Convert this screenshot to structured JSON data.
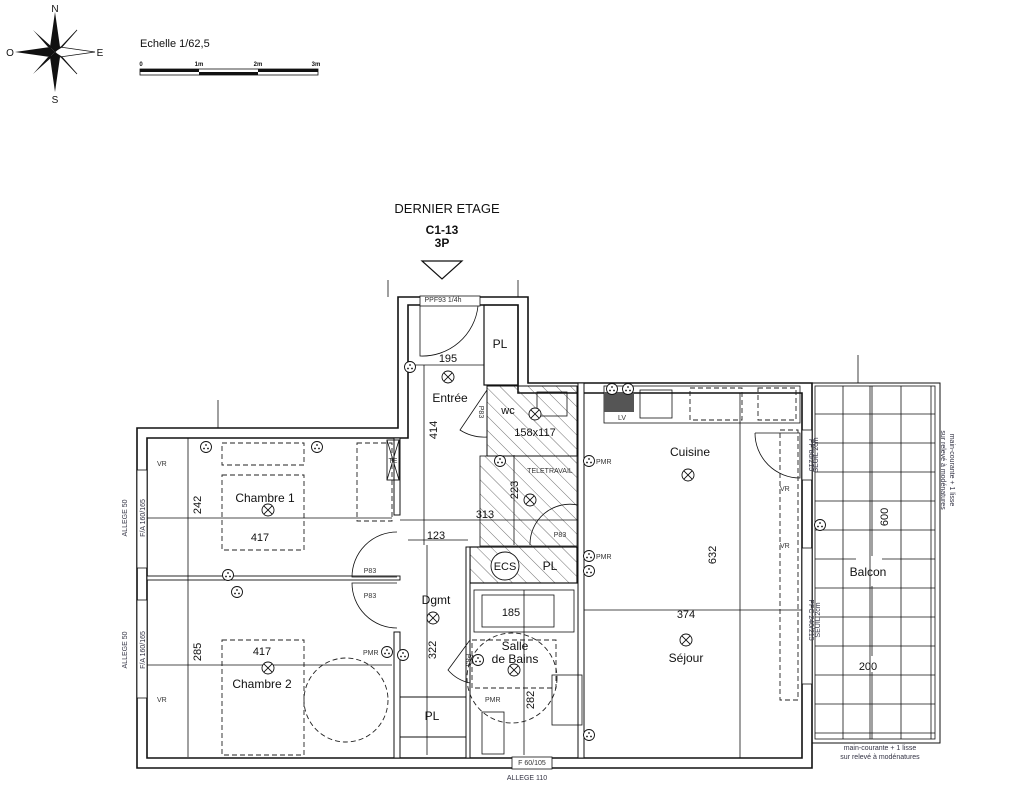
{
  "compass": {
    "n": "N",
    "s": "S",
    "e": "E",
    "w": "O"
  },
  "scale": {
    "title": "Echelle 1/62,5",
    "ticks": [
      "0",
      "1m",
      "2m",
      "3m"
    ]
  },
  "header": {
    "floor": "DERNIER ETAGE",
    "unit": "C1-13",
    "type": "3P"
  },
  "rooms": {
    "entree": {
      "label": "Entrée",
      "width": "195",
      "length": "414"
    },
    "pl_entree": "PL",
    "wc": {
      "label": "wc",
      "size": "158x117",
      "door": "P83"
    },
    "teletravail": "TELETRAVAIL",
    "corridor_dims": {
      "d223": "223",
      "d313": "313",
      "door": "P83"
    },
    "cuisine": {
      "label": "Cuisine",
      "length": "632",
      "lv": "LV"
    },
    "sejour": {
      "label": "Séjour",
      "width": "374"
    },
    "chambre1": {
      "label": "Chambre 1",
      "depth": "242",
      "width": "417",
      "door": "P83",
      "te": "TE"
    },
    "chambre2": {
      "label": "Chambre 2",
      "depth": "285",
      "width": "417",
      "door": "P83"
    },
    "dgmt": {
      "label": "Dgmt",
      "width": "123",
      "length": "322"
    },
    "ecs": "ECS",
    "pl_bath": "PL",
    "bath": {
      "label1": "Salle",
      "label2": "de Bains",
      "tub": "185",
      "depth": "282",
      "door": "P83"
    },
    "pl_dgmt": "PL",
    "balcon": {
      "label": "Balcon",
      "length": "600",
      "width": "200"
    }
  },
  "openings": {
    "entry_door": "PPF93 1/4h",
    "bath_window": "F 60/105",
    "bath_allege": "ALLEGE 110",
    "ch1_allege": "ALLEGE 50",
    "ch1_window": "F/A 160/165",
    "ch2_allege": "ALLEGE 50",
    "ch2_window": "F/A 160/165",
    "pf_kitchen": "PF 80/215",
    "pf_kitchen_seuil": "SEUIL 2cm",
    "pfc_sejour": "PFC 240/215",
    "pfc_sejour_seuil": "SEUIL 2cm",
    "vr": "VR"
  },
  "pmr": "PMR",
  "railing": {
    "line1": "main-courante + 1 lisse",
    "line2": "sur relevé à modénatures"
  }
}
